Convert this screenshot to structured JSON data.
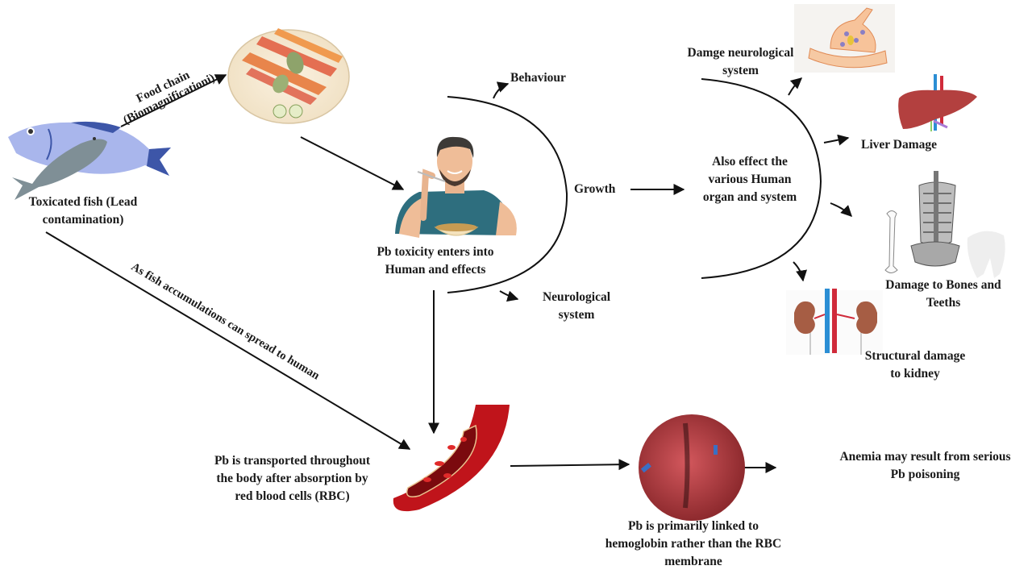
{
  "figure": {
    "title": "Lead (Pb) contamination pathway from fish to humans",
    "colors": {
      "arrow": "#111111",
      "fish_light": "#a9b6ec",
      "fish_dark": "#3d56a8",
      "fish_grey": "#7f8f96",
      "vessel_red": "#c0141b",
      "rbc_red": "#e02a2a",
      "hemoglobin": "#c9494e",
      "hemoglobin_blue": "#3a6fc4",
      "shirt": "#2e6e7e",
      "liver": "#b3403f",
      "kidney": "#a65d44"
    }
  },
  "nodes": {
    "fish": {
      "icon": "fish-icon",
      "lines": [
        "Toxicated fish (Lead",
        "contamination)"
      ]
    },
    "food_chain": {
      "lines": [
        "Food chain",
        "(Biomagnificationi)"
      ]
    },
    "plate": {
      "icon": "cooked-fish-plate-icon"
    },
    "human": {
      "icon": "man-eating-icon",
      "lines": [
        "Pb toxicity enters into",
        "Human and effects"
      ]
    },
    "behaviour": {
      "label": "Behaviour"
    },
    "growth": {
      "label": "Growth"
    },
    "neurological": {
      "lines": [
        "Neurological",
        "system"
      ]
    },
    "organs": {
      "lines": [
        "Also effect the",
        "various Human",
        "organ and system"
      ]
    },
    "neuro_damage": {
      "icon": "neuron-synapse-icon",
      "lines": [
        "Damge neurological",
        "system"
      ]
    },
    "liver": {
      "icon": "liver-icon",
      "label": "Liver Damage"
    },
    "bones": {
      "icon": "skeleton-bone-tooth-icon",
      "lines": [
        "Damage to Bones and",
        "Teeths"
      ]
    },
    "kidney": {
      "icon": "kidney-icon",
      "lines": [
        "Structural damage",
        "to kidney"
      ]
    },
    "spread": {
      "label": "As fish accumulations can spread to human"
    },
    "rbc": {
      "icon": "blood-vessel-icon",
      "lines": [
        "Pb is transported throughout",
        "the body after absorption by",
        "red blood cells (RBC)"
      ]
    },
    "hemoglobin": {
      "icon": "hemoglobin-molecule-icon",
      "lines": [
        "Pb is primarily linked to",
        "hemoglobin rather than the RBC",
        "membrane"
      ]
    },
    "anemia": {
      "lines": [
        "Anemia may result from serious",
        "Pb poisoning"
      ]
    }
  }
}
